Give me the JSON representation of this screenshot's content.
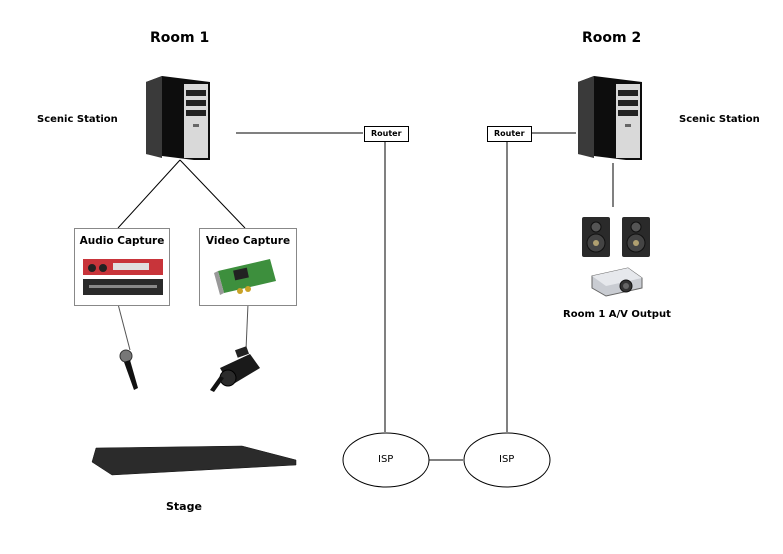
{
  "room1": {
    "title": "Room 1",
    "station_label": "Scenic Station",
    "router_label": "Router",
    "audio_capture_title": "Audio Capture",
    "video_capture_title": "Video Capture",
    "stage_label": "Stage"
  },
  "room2": {
    "title": "Room 2",
    "station_label": "Scenic Station",
    "router_label": "Router",
    "output_label": "Room 1 A/V Output"
  },
  "isp": {
    "left_label": "ISP",
    "right_label": "ISP"
  }
}
